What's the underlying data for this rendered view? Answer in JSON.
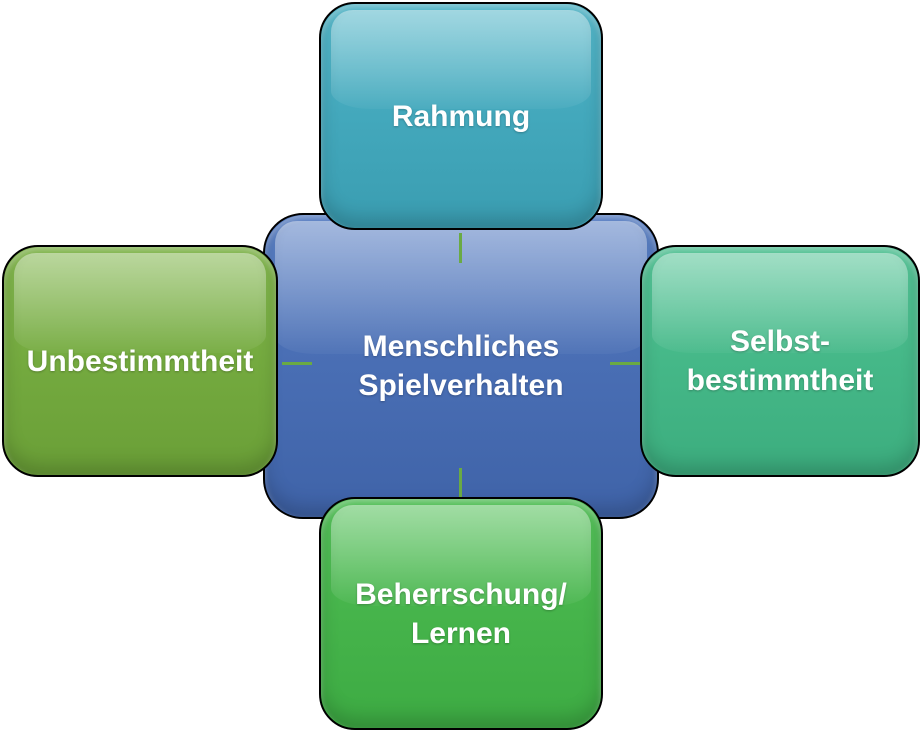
{
  "diagram": {
    "center": {
      "label": "Menschliches\nSpielverhalten",
      "color": "#4a6fb5"
    },
    "top": {
      "label": "Rahmung",
      "color": "#43a8bc"
    },
    "left": {
      "label": "Unbestimmtheit",
      "color": "#74aa3f"
    },
    "right": {
      "label": "Selbst-\nbestimmtheit",
      "color": "#45b888"
    },
    "bottom": {
      "label": "Beherrschung/\nLernen",
      "color": "#46b44b"
    },
    "connector_color": "#6aaa44"
  }
}
